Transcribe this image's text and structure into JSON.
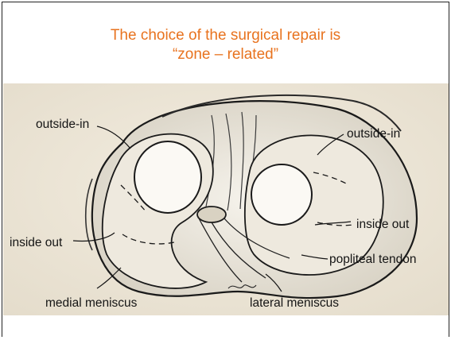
{
  "slide": {
    "title_line1": "The choice of the surgical repair is",
    "title_line2": "“zone – related”",
    "accent_color": "#e8731f"
  },
  "figure": {
    "labels": {
      "outside_in_left": "outside-in",
      "outside_in_right": "outside-in",
      "inside_out_left": "inside out",
      "inside_out_right": "inside out",
      "popliteal_tendon": "popliteal tendon",
      "medial_meniscus": "medial meniscus",
      "lateral_meniscus": "lateral meniscus"
    }
  }
}
